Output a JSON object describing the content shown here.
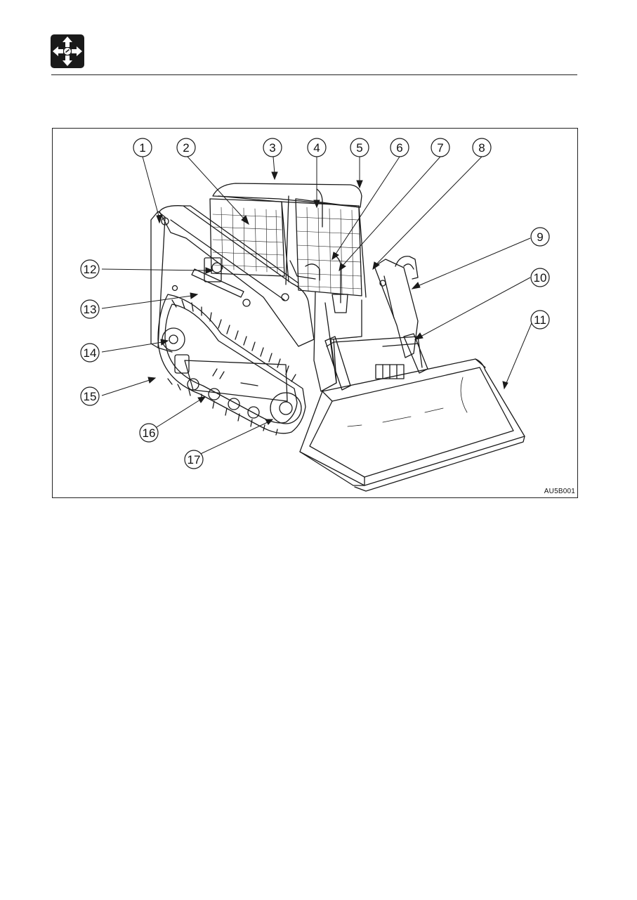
{
  "header": {
    "icon": "direction-arrows-icon",
    "icon_color": "#1a1a1a"
  },
  "figure": {
    "subject": "compact-track-loader",
    "code": "AU5B001",
    "callouts": [
      "1",
      "2",
      "3",
      "4",
      "5",
      "6",
      "7",
      "8",
      "9",
      "10",
      "11",
      "12",
      "13",
      "14",
      "15",
      "16",
      "17"
    ]
  }
}
